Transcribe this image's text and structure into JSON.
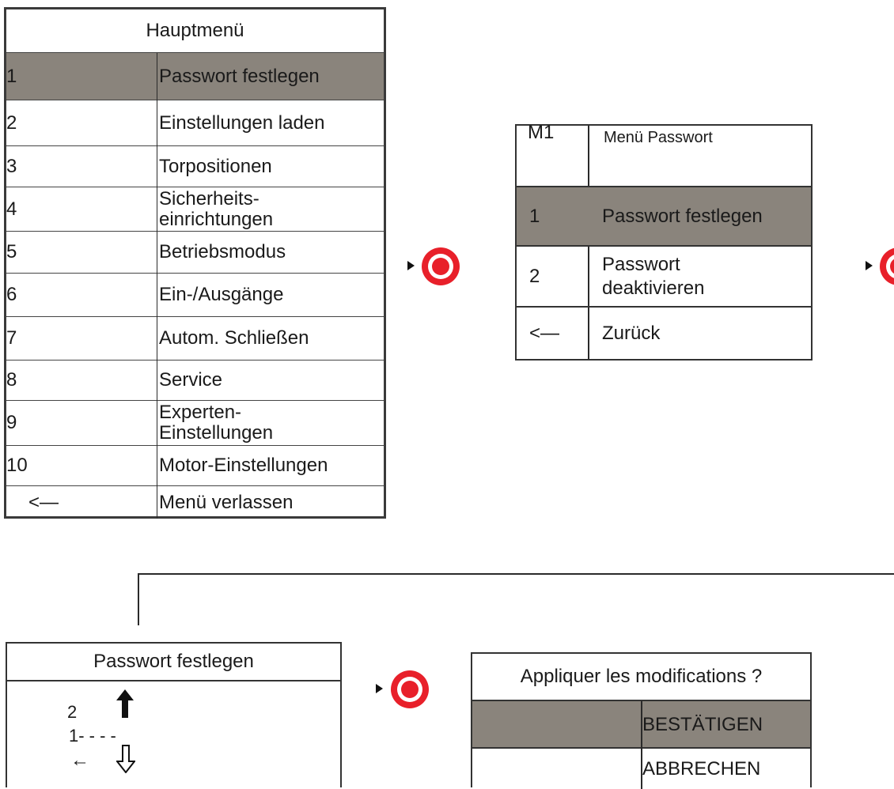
{
  "main_menu": {
    "title": "Hauptmenü",
    "items": [
      {
        "num": "1",
        "label": "Passwort festlegen"
      },
      {
        "num": "2",
        "label": "Einstellungen laden"
      },
      {
        "num": "3",
        "label": "Torpositionen"
      },
      {
        "num": "4",
        "label": "Sicherheits-\neinrichtungen"
      },
      {
        "num": "5",
        "label": "Betriebsmodus"
      },
      {
        "num": "6",
        "label": "Ein-/Ausgänge"
      },
      {
        "num": "7",
        "label": "Autom. Schließen"
      },
      {
        "num": "8",
        "label": "Service"
      },
      {
        "num": "9",
        "label": "Experten-\nEinstellungen"
      },
      {
        "num": "10",
        "label": "Motor-Einstellungen"
      },
      {
        "num": "<—",
        "label": "Menü verlassen"
      }
    ]
  },
  "password_menu": {
    "code": "M1",
    "title": "Menü Passwort",
    "items": [
      {
        "num": "1",
        "label": "Passwort festlegen"
      },
      {
        "num": "2",
        "label": "Passwort\ndeaktivieren"
      },
      {
        "num": "<—",
        "label": "Zurück"
      }
    ]
  },
  "set_password": {
    "title": "Passwort festlegen",
    "digit": "2",
    "pattern": "1- - - -",
    "back_arrow": "←",
    "up_icon": "up-arrow-icon",
    "down_icon": "down-arrow-icon"
  },
  "apply_dialog": {
    "title": "Appliquer les modifications ?",
    "confirm": "BESTÄTIGEN",
    "cancel": "ABBRECHEN"
  },
  "colors": {
    "highlight": "#8a847c",
    "ok_button": "#e8202a"
  },
  "icons": [
    "ok-button-icon",
    "pointer-triangle-icon"
  ]
}
